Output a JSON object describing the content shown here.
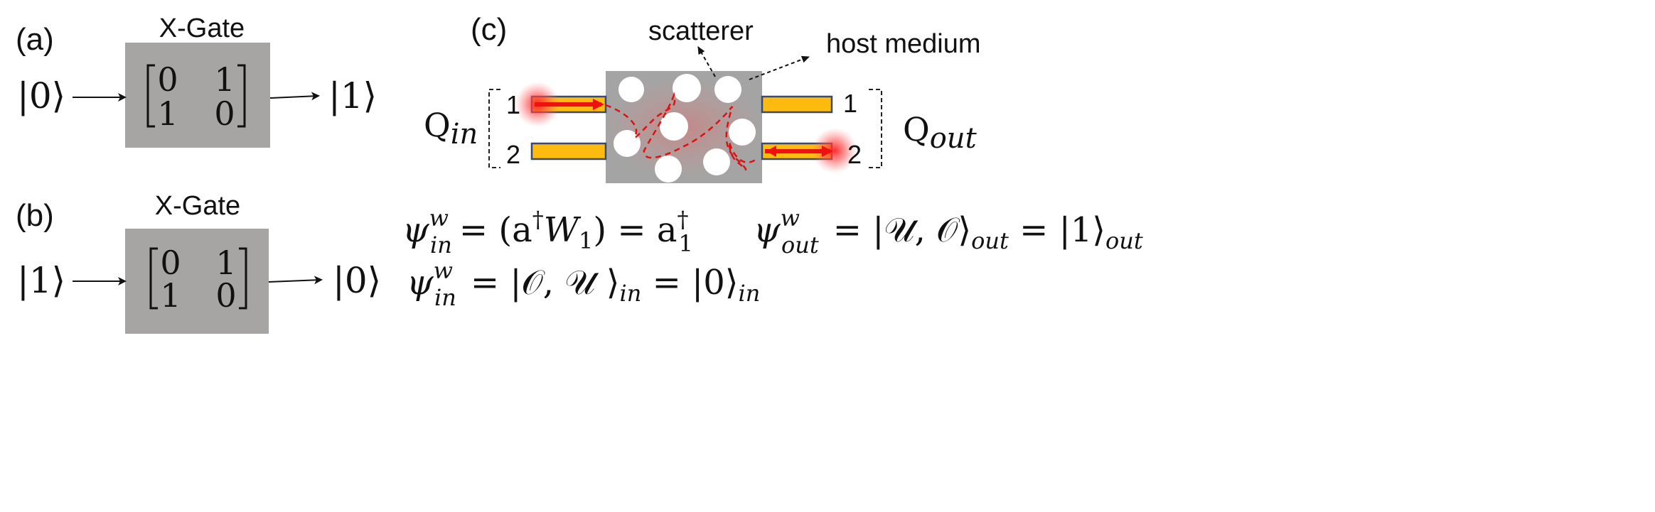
{
  "panels": {
    "a": {
      "label": "(a)",
      "gate_title": "X-Gate",
      "matrix": {
        "r1c1": "0",
        "r1c2": "1",
        "r2c1": "1",
        "r2c2": "0"
      },
      "input_state": "|0⟩",
      "output_state": "|1⟩"
    },
    "b": {
      "label": "(b)",
      "gate_title": "X-Gate",
      "matrix": {
        "r1c1": "0",
        "r1c2": "1",
        "r2c1": "1",
        "r2c2": "0"
      },
      "input_state": "|1⟩",
      "output_state": "|0⟩"
    },
    "c": {
      "label": "(c)",
      "scatterer_label": "scatterer",
      "host_label": "host medium",
      "q_in": {
        "base": "Q",
        "sub": "in"
      },
      "q_out": {
        "base": "Q",
        "sub": "out"
      },
      "port_in_1": "1",
      "port_in_2": "2",
      "port_out_1": "1",
      "port_out_2": "2"
    }
  },
  "equations": {
    "eq1": {
      "psi": "ψ",
      "sup": "w",
      "sub": "in",
      "rhs1": "= (a",
      "dag": "†",
      "W": "W",
      "Wsub": "1",
      "rhs2": ") = a",
      "dag2": "†",
      "a_sub": "1"
    },
    "eq2": {
      "psi": "ψ",
      "sup": "w",
      "sub": "in",
      "rhs": "= |𝒪, 𝒰 ⟩",
      "rhs_sub": "in",
      "rhs2": " = |0⟩",
      "rhs2_sub": "in"
    },
    "eq3": {
      "psi": "ψ",
      "sup": "w",
      "sub": "out",
      "rhs": "= |𝒰, 𝒪⟩",
      "rhs_sub": "out",
      "rhs2": " = |1⟩",
      "rhs2_sub": "out"
    }
  },
  "colors": {
    "gate_box": "#a7a5a4",
    "medium": "#a4a4a4",
    "waveguide": "#fdbb10",
    "waveguide_border": "#3a4a6a",
    "arrow_red": "#ee1111",
    "path_red": "#dd1111"
  }
}
